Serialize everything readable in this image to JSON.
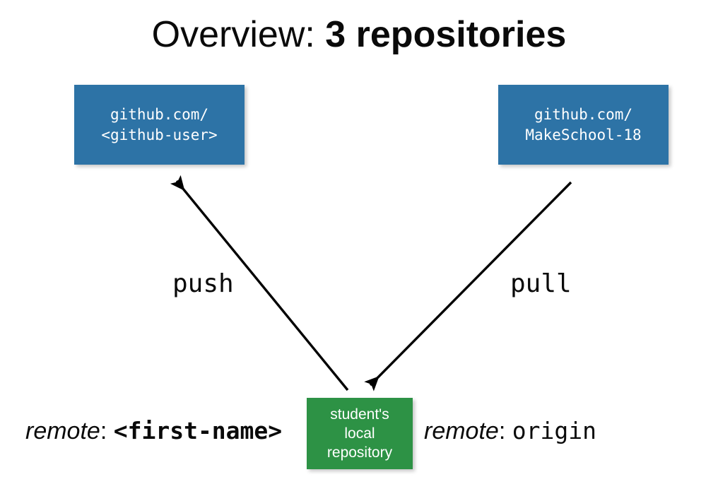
{
  "slide": {
    "background_color": "#ffffff",
    "title": {
      "prefix": "Overview: ",
      "emphasis": "3 repositories"
    }
  },
  "colors": {
    "remote_box": "#2d73a6",
    "local_box": "#2d9245",
    "box_text": "#ffffff",
    "body_text": "#0a0a0a",
    "arrow": "#000000"
  },
  "boxes": {
    "github_user": {
      "line1": "github.com/",
      "line2": "<github-user>"
    },
    "makeschool": {
      "line1": "github.com/",
      "line2": "MakeSchool-18"
    },
    "local_repo": {
      "line1": "student's",
      "line2": "local",
      "line3": "repository"
    }
  },
  "arrows": {
    "push": {
      "label": "push",
      "from": "student's local repository",
      "to": "github.com/<github-user>",
      "direction": "up-left"
    },
    "pull": {
      "label": "pull",
      "from": "github.com/MakeSchool-18",
      "to": "student's local repository",
      "direction": "down-left"
    }
  },
  "captions": {
    "left": {
      "keyword": "remote",
      "colon": ": ",
      "value": "<first-name>"
    },
    "right": {
      "keyword": "remote",
      "colon": ": ",
      "value": "origin"
    }
  }
}
